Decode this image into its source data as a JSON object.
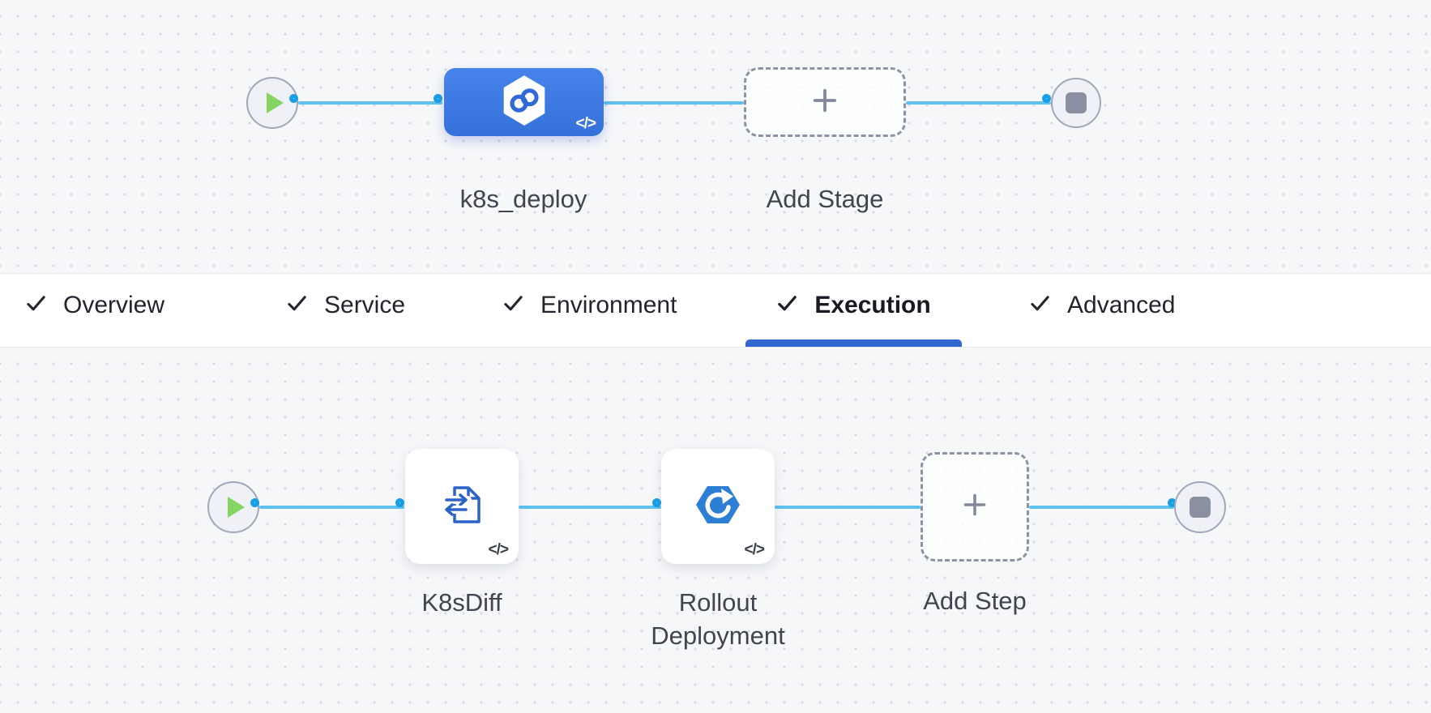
{
  "stage_graph": {
    "stage_name": "k8s_deploy",
    "stage_code_glyph": "</>",
    "add_stage_label": "Add Stage"
  },
  "tabs": {
    "items": [
      {
        "label": "Overview",
        "checked": true
      },
      {
        "label": "Service",
        "checked": true
      },
      {
        "label": "Environment",
        "checked": true
      },
      {
        "label": "Execution",
        "checked": true
      },
      {
        "label": "Advanced",
        "checked": true
      }
    ],
    "active_tab": "Execution"
  },
  "execution_graph": {
    "step1_label": "K8sDiff",
    "step1_code_glyph": "</>",
    "step2_label": "Rollout Deployment",
    "step2_code_glyph": "</>",
    "add_step_label": "Add Step"
  },
  "colors": {
    "canvas_background": "#f6f7f9",
    "connector_line": "#5ec2ef",
    "port_ring": "#18a0e6",
    "stage_node_blue": "#3d7ae2",
    "active_tab_underline": "#3468d1",
    "play_icon_green": "#85d563",
    "stop_icon_gray": "#8b8fa2",
    "step_icon_blue": "#2c63c8",
    "rollout_icon_blue": "#2d7fd6",
    "label_text": "#42454f"
  }
}
